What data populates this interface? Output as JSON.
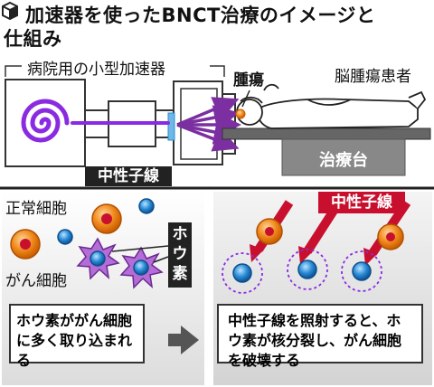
{
  "title": {
    "line1": "加速器を使ったBNCT治療のイメージと",
    "line2": "仕組み"
  },
  "labels": {
    "hospital_accelerator": "病院用の小型加速器",
    "tumor": "腫瘍",
    "patient": "脳腫瘍患者",
    "treatment_table": "治療台",
    "neutron": "中性子線",
    "normal_cell": "正常細胞",
    "cancer_cell": "がん細胞",
    "boron": "ホウ素",
    "neutron_red": "中性子線"
  },
  "captions": {
    "left": "ホウ素ががん細胞に多く取り込まれる",
    "right": "中性子線を照射すると、ホウ素が核分裂し、がん細胞を破壊する"
  },
  "colors": {
    "spiral": "#8a2be2",
    "beam": "#7b2fa0",
    "cell_orange": "#f08a1c",
    "cell_blue": "#2a8bd6",
    "tumor_purple": "#b46cd6",
    "ray_red": "#c8102e",
    "table_gray": "#888888"
  }
}
